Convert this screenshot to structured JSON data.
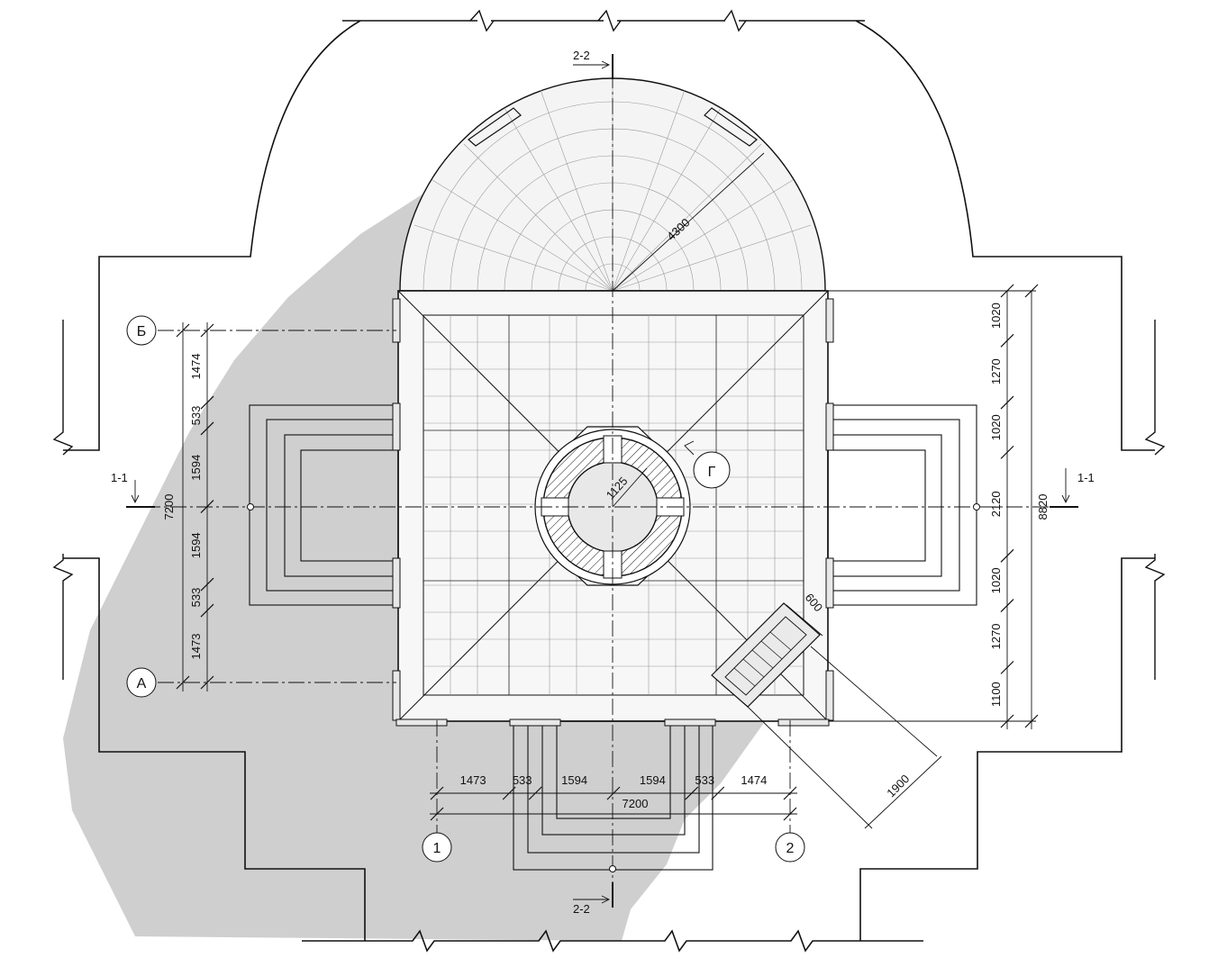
{
  "title": "",
  "sections": {
    "horizontal": "1-1",
    "vertical": "2-2"
  },
  "axes": {
    "rows": [
      "Б",
      "А"
    ],
    "cols": [
      "1",
      "2"
    ]
  },
  "node_label": "Г",
  "radius_dome": "4300",
  "radius_well": "1125",
  "dims_left": [
    "1474",
    "533",
    "1594",
    "1594",
    "533",
    "1473"
  ],
  "dim_left_total": "7200",
  "dims_right": [
    "1020",
    "1270",
    "1020",
    "2120",
    "1020",
    "1270",
    "1100"
  ],
  "dim_right_total": "8820",
  "dims_bottom": [
    "1473",
    "533",
    "1594",
    "1594",
    "533",
    "1474"
  ],
  "dim_bottom_total": "7200",
  "dim_stair_width": "600",
  "dim_stair_length": "1900",
  "colors": {
    "line": "#111111",
    "shadow": "#c8c8c8",
    "brick": "#9a9a9a",
    "paper": "#ffffff"
  }
}
